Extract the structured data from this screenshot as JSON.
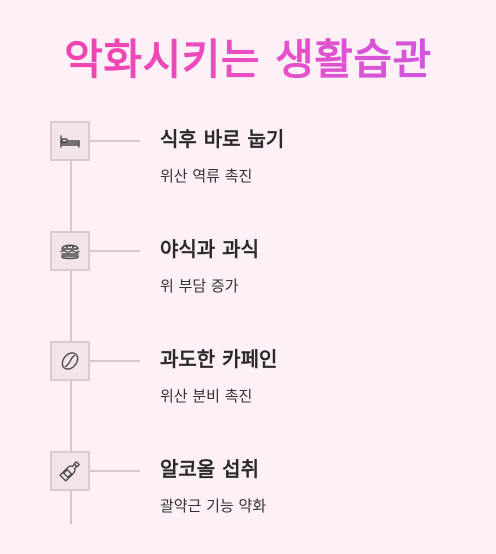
{
  "title": "악화시키는 생활습관",
  "items": [
    {
      "icon": "bed-icon",
      "title": "식후 바로 눕기",
      "desc": "위산 역류 촉진"
    },
    {
      "icon": "burger-icon",
      "title": "야식과 과식",
      "desc": "위 부담 증가"
    },
    {
      "icon": "coffee-bean-icon",
      "title": "과도한 카페인",
      "desc": "위산 분비 촉진"
    },
    {
      "icon": "bottle-icon",
      "title": "알코올 섭취",
      "desc": "괄약근 기능 약화"
    }
  ],
  "colors": {
    "background": "#fdf1f7",
    "title_gradient_start": "#f43fa8",
    "title_gradient_end": "#c55ae6",
    "line": "#d8c5d0",
    "icon_box_bg": "#f3e4ec"
  }
}
